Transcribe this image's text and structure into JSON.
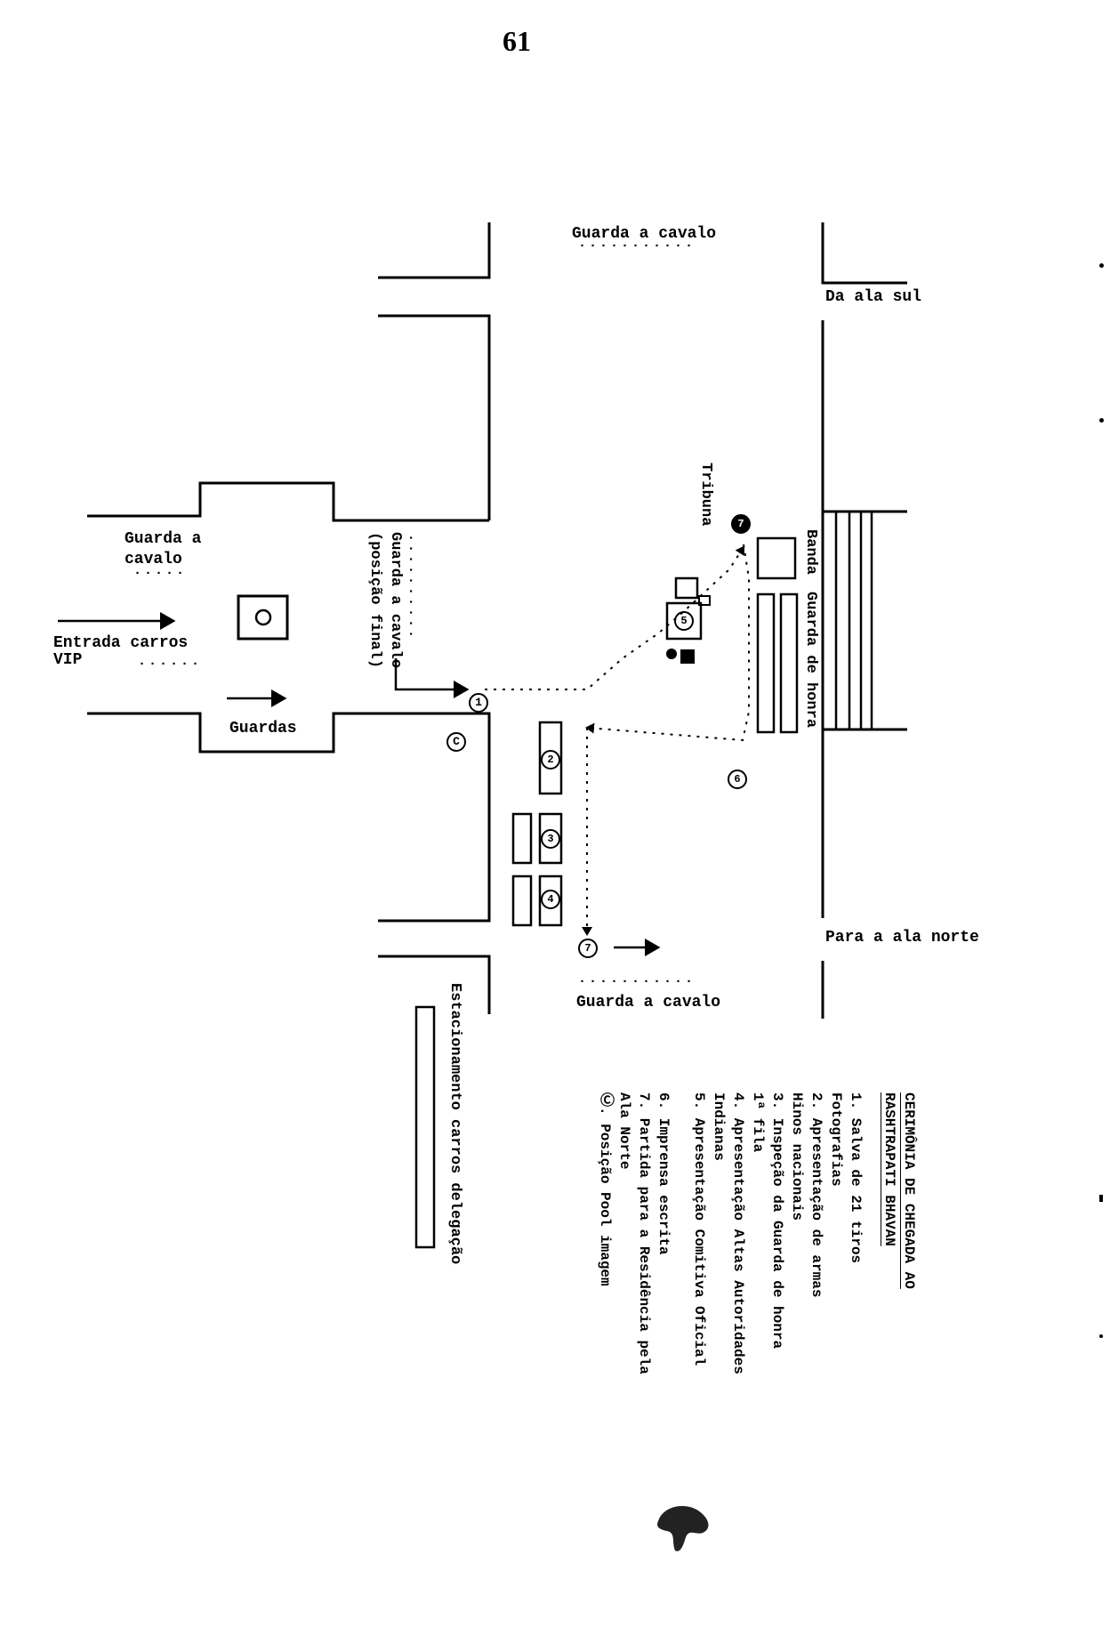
{
  "page_number": "61",
  "labels": {
    "guarda_top": "Guarda a cavalo",
    "guarda_top_dots": "...........",
    "ala_sul": "Da ala sul",
    "guarda_left_1": "Guarda a",
    "guarda_left_2": "cavalo",
    "guarda_left_dots": ".....",
    "entrada_1": "Entrada carros",
    "entrada_2": "VIP",
    "entrada_dots": "......",
    "guardas": "Guardas",
    "guarda_final_1": "Guarda a cavalo",
    "guarda_final_2": "(posição final)",
    "guarda_final_dots": "..........",
    "tribuna": "Tribuna",
    "banda": "Banda",
    "guarda_honra": "Guarda de honra",
    "ala_norte": "Para a ala norte",
    "guarda_bottom": "Guarda a cavalo",
    "guarda_bottom_dots": "...........",
    "estacionamento": "Estacionamento carros delegação"
  },
  "markers": {
    "c": "C",
    "n1": "1",
    "n2": "2",
    "n3": "3",
    "n4": "4",
    "n5": "5",
    "n6": "6",
    "n7": "7"
  },
  "legend": {
    "title_1": "CERIMÔNIA DE CHEGADA AO",
    "title_2": "RASHTRAPATI BHAVAN",
    "items": [
      "1. Salva de 21 tiros",
      "   Fotografias",
      "2. Apresentação de armas",
      "   Hinos nacionais",
      "3. Inspeção da Guarda de honra",
      "   1ª fila",
      "4. Apresentação Altas Autoridades",
      "   Indianas",
      "5. Apresentação Comitiva Oficial",
      "6. Imprensa escrita",
      "7. Partida para a Residência pela",
      "   Ala Norte",
      "Ⓒ. Posição Pool imagem"
    ]
  },
  "colors": {
    "ink": "#000000",
    "paper": "#ffffff"
  }
}
